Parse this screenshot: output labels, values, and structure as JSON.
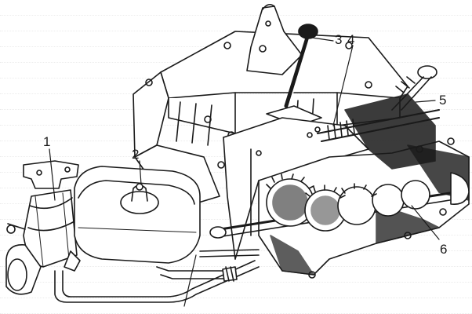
{
  "diagram": {
    "callouts": [
      "1",
      "2",
      "3",
      "4",
      "5",
      "6"
    ]
  },
  "colors": {
    "ink": "#1a1a1a",
    "paper": "#ffffff",
    "bleed": "#d9d9d9"
  }
}
